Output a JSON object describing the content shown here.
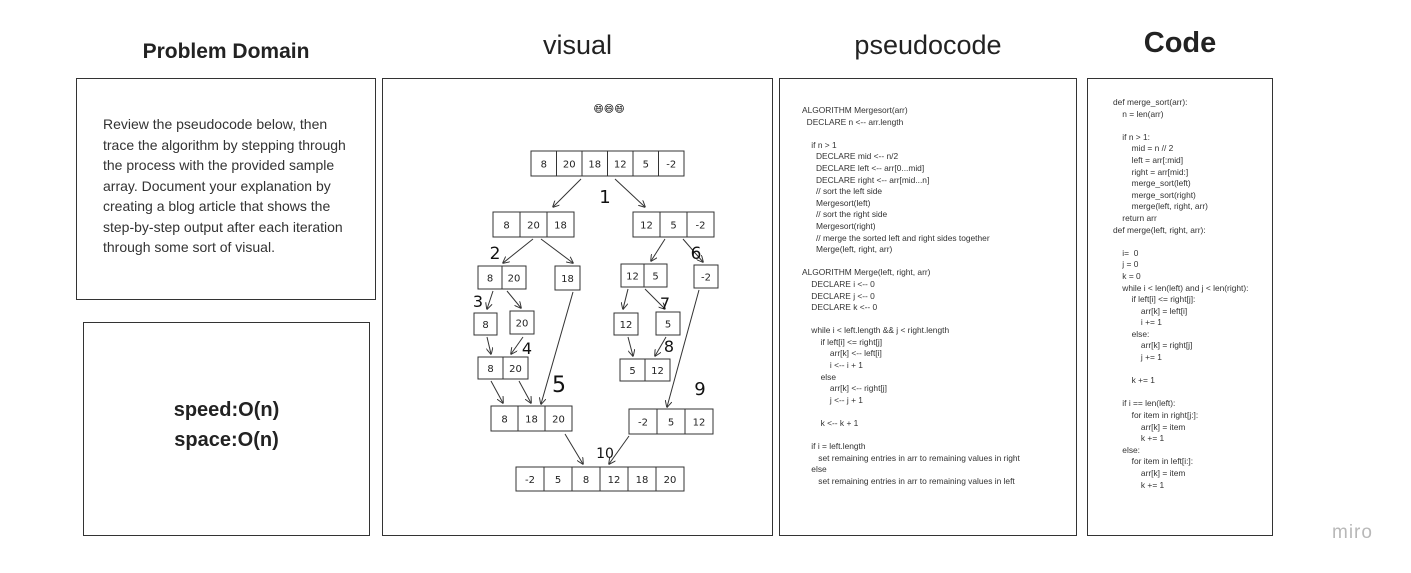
{
  "columns": {
    "problem_domain": "Problem Domain",
    "visual": "visual",
    "pseudocode": "pseudocode",
    "code": "Code"
  },
  "problem_text": "Review the pseudocode below, then trace the algorithm by stepping through the process with the provided sample array. Document your explanation by creating a blog article that shows the step-by-step output after each iteration through some sort of visual.",
  "complexity": {
    "speed": "speed:O(n)",
    "space": "space:O(n)"
  },
  "visual": {
    "emoji": "😄😄😄",
    "rows": {
      "initial": [
        "8",
        "20",
        "18",
        "12",
        "5",
        "-2"
      ],
      "s1_left": [
        "8",
        "20",
        "18"
      ],
      "s1_right": [
        "12",
        "5",
        "-2"
      ],
      "s2_left": [
        "8",
        "20"
      ],
      "s2_mid": [
        "18"
      ],
      "s2_right_pair": [
        "12",
        "5"
      ],
      "s2_right_single": [
        "-2"
      ],
      "s3_a": [
        "8"
      ],
      "s3_b": [
        "20"
      ],
      "s3_c": [
        "12"
      ],
      "s3_d": [
        "5"
      ],
      "s4_left": [
        "8",
        "20"
      ],
      "s4_right": [
        "5",
        "12"
      ],
      "s5_left": [
        "8",
        "18",
        "20"
      ],
      "s5_right": [
        "-2",
        "5",
        "12"
      ],
      "final": [
        "-2",
        "5",
        "8",
        "12",
        "18",
        "20"
      ]
    },
    "steps": [
      "1",
      "2",
      "3",
      "4",
      "5",
      "6",
      "7",
      "8",
      "9",
      "10"
    ]
  },
  "pseudocode_lines": [
    "ALGORITHM Mergesort(arr)",
    "  DECLARE n <-- arr.length",
    "",
    "    if n > 1",
    "      DECLARE mid <-- n/2",
    "      DECLARE left <-- arr[0...mid]",
    "      DECLARE right <-- arr[mid...n]",
    "      // sort the left side",
    "      Mergesort(left)",
    "      // sort the right side",
    "      Mergesort(right)",
    "      // merge the sorted left and right sides together",
    "      Merge(left, right, arr)",
    "",
    "ALGORITHM Merge(left, right, arr)",
    "    DECLARE i <-- 0",
    "    DECLARE j <-- 0",
    "    DECLARE k <-- 0",
    "",
    "    while i < left.length && j < right.length",
    "        if left[i] <= right[j]",
    "            arr[k] <-- left[i]",
    "            i <-- i + 1",
    "        else",
    "            arr[k] <-- right[j]",
    "            j <-- j + 1",
    "",
    "        k <-- k + 1",
    "",
    "    if i = left.length",
    "       set remaining entries in arr to remaining values in right",
    "    else",
    "       set remaining entries in arr to remaining values in left"
  ],
  "code_lines": [
    "def merge_sort(arr):",
    "    n = len(arr)",
    "",
    "    if n > 1:",
    "        mid = n // 2",
    "        left = arr[:mid]",
    "        right = arr[mid:]",
    "        merge_sort(left)",
    "        merge_sort(right)",
    "        merge(left, right, arr)",
    "    return arr",
    "def merge(left, right, arr):",
    "",
    "    i=  0",
    "    j = 0",
    "    k = 0",
    "    while i < len(left) and j < len(right):",
    "        if left[i] <= right[j]:",
    "            arr[k] = left[i]",
    "            i += 1",
    "        else:",
    "            arr[k] = right[j]",
    "            j += 1",
    "",
    "        k += 1",
    "",
    "    if i == len(left):",
    "        for item in right[j:]:",
    "            arr[k] = item",
    "            k += 1",
    "    else:",
    "        for item in left[i:]:",
    "            arr[k] = item",
    "            k += 1"
  ],
  "watermark": "miro"
}
